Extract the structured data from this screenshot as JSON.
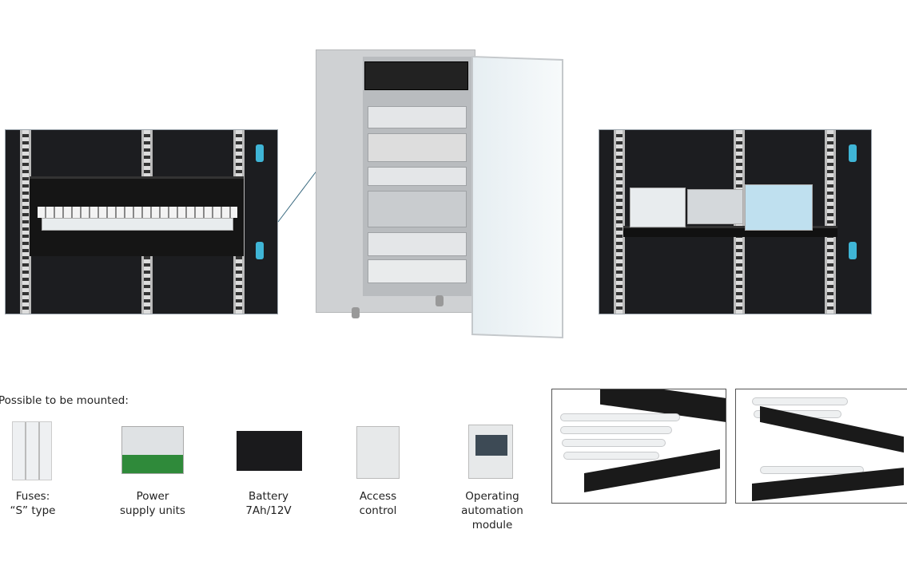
{
  "heading": "Possible to be mounted:",
  "items": [
    {
      "line1": "Fuses:",
      "line2": "“S” type"
    },
    {
      "line1": "Power",
      "line2": "supply units"
    },
    {
      "line1": "Battery",
      "line2": "7Ah/12V"
    },
    {
      "line1": "Access",
      "line2": "control"
    },
    {
      "line1": "Operating",
      "line2": "automation",
      "line3": "module"
    }
  ]
}
